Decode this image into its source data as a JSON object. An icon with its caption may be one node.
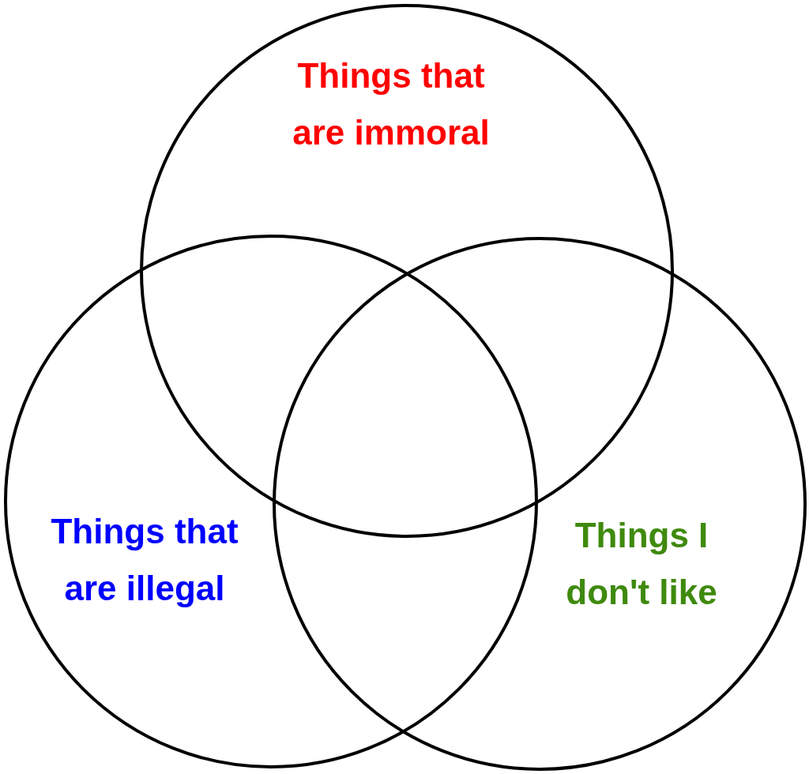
{
  "diagram": {
    "nodes": [
      {
        "text": [
          "Things that are immoral"
        ]
      },
      {
        "text": [
          "Things that are illegal"
        ]
      },
      {
        "text": [
          "Things I don't like"
        ]
      }
    ],
    "edges": []
  }
}
